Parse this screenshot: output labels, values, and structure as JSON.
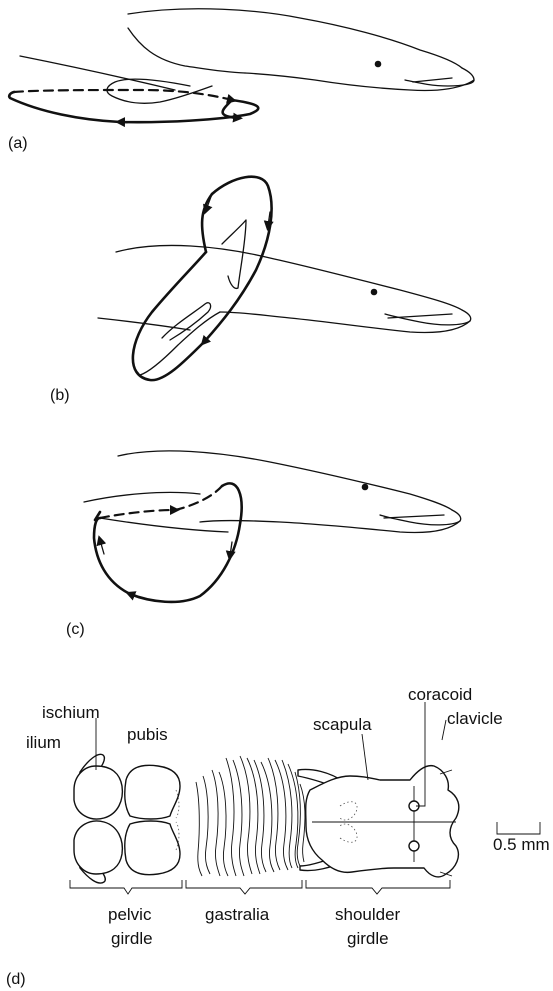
{
  "panels": {
    "a": "(a)",
    "b": "(b)",
    "c": "(c)",
    "d": "(d)"
  },
  "labels": {
    "ischium": "ischium",
    "ilium": "ilium",
    "pubis": "pubis",
    "scapula": "scapula",
    "coracoid": "coracoid",
    "clavicle": "clavicle",
    "scale": "0.5 mm",
    "pelvic_line1": "pelvic",
    "pelvic_line2": "girdle",
    "gastralia": "gastralia",
    "shoulder_line1": "shoulder",
    "shoulder_line2": "girdle"
  }
}
